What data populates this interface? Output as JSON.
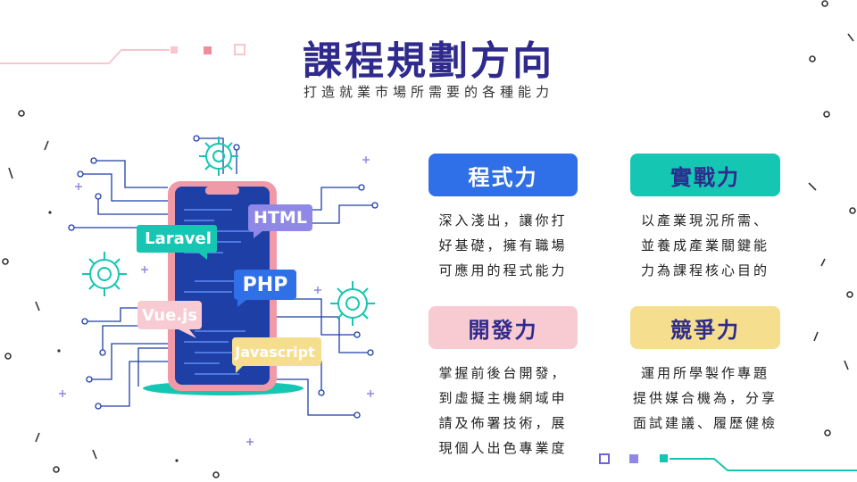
{
  "slide": {
    "title": "課程規劃方向",
    "subtitle": "打造就業市場所需要的各種能力"
  },
  "illustration": {
    "tags": [
      "HTML",
      "Laravel",
      "PHP",
      "Vue.js",
      "Javascript"
    ]
  },
  "cards": [
    {
      "label": "程式力",
      "lines": [
        "深入淺出，讓你打",
        "好基礎，擁有職場",
        "可應用的程式能力"
      ]
    },
    {
      "label": "實戰力",
      "lines": [
        "以產業現況所需、",
        "並養成產業關鍵能",
        "力為課程核心目的"
      ]
    },
    {
      "label": "開發力",
      "lines": [
        "掌握前後台開發，",
        "到虛擬主機網域申",
        "請及佈署技術，展",
        "現個人出色專業度"
      ]
    },
    {
      "label": "競爭力",
      "lines": [
        "運用所學製作專題",
        "提供媒合機為，分享",
        "面試建議、履歷健檢"
      ]
    }
  ],
  "colors": {
    "title": "#2f2a8c",
    "card_blue": "#2f6fe8",
    "card_teal": "#15c6b3",
    "card_pink": "#f8cad2",
    "card_yellow": "#f5de8e",
    "phone_body": "#f19aa7",
    "phone_screen": "#1d3fa6"
  }
}
